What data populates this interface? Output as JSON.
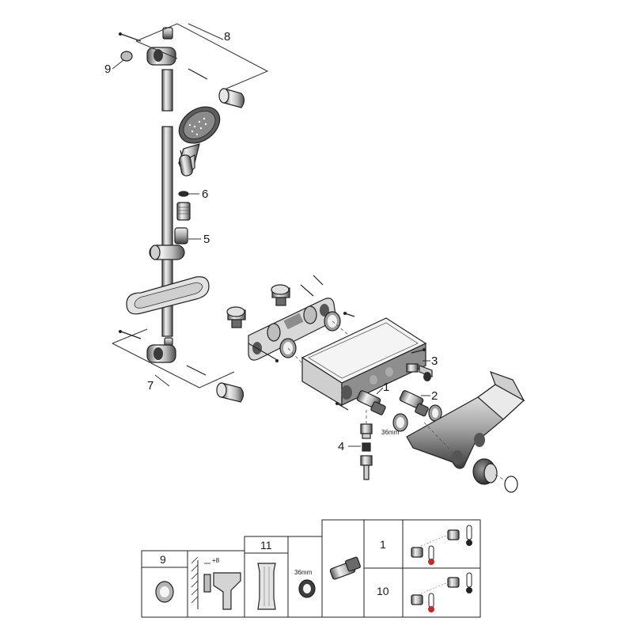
{
  "callouts": {
    "c1": "1",
    "c2": "2",
    "c3": "3",
    "c4": "4",
    "c5": "5",
    "c6": "6",
    "c7": "7",
    "c8": "8",
    "c9": "9"
  },
  "wrench_size": "36mm",
  "legend": {
    "cell_9": "9",
    "offset": "+8",
    "cell_11": "11",
    "wrench_size": "36mm",
    "cell_1": "1",
    "cell_10": "10"
  },
  "colors": {
    "line": "#222222",
    "metal_dark": "#4a4a4a",
    "metal_mid": "#9a9a9a",
    "metal_light": "#e6e6e6",
    "hot": "#c62828"
  }
}
